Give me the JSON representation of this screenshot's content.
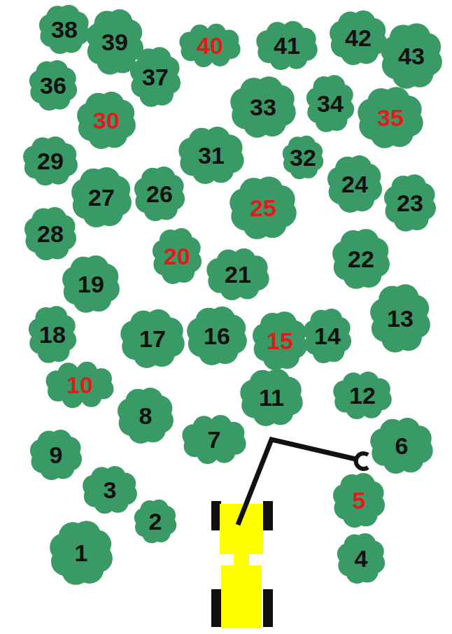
{
  "diagram": {
    "nodes": [
      {
        "text": [
          "1"
        ]
      },
      {
        "text": [
          "2"
        ]
      },
      {
        "text": [
          "3"
        ]
      },
      {
        "text": [
          "4"
        ]
      },
      {
        "text": [
          "5"
        ]
      },
      {
        "text": [
          "6"
        ]
      },
      {
        "text": [
          "7"
        ]
      },
      {
        "text": [
          "8"
        ]
      },
      {
        "text": [
          "9"
        ]
      },
      {
        "text": [
          "10"
        ]
      },
      {
        "text": [
          "11"
        ]
      },
      {
        "text": [
          "12"
        ]
      },
      {
        "text": [
          "13"
        ]
      },
      {
        "text": [
          "14"
        ]
      },
      {
        "text": [
          "15"
        ]
      },
      {
        "text": [
          "16"
        ]
      },
      {
        "text": [
          "17"
        ]
      },
      {
        "text": [
          "18"
        ]
      },
      {
        "text": [
          "19"
        ]
      },
      {
        "text": [
          "20"
        ]
      },
      {
        "text": [
          "21"
        ]
      },
      {
        "text": [
          "22"
        ]
      },
      {
        "text": [
          "23"
        ]
      },
      {
        "text": [
          "24"
        ]
      },
      {
        "text": [
          "25"
        ]
      },
      {
        "text": [
          "26"
        ]
      },
      {
        "text": [
          "27"
        ]
      },
      {
        "text": [
          "28"
        ]
      },
      {
        "text": [
          "29"
        ]
      },
      {
        "text": [
          "30"
        ]
      },
      {
        "text": [
          "31"
        ]
      },
      {
        "text": [
          "32"
        ]
      },
      {
        "text": [
          "33"
        ]
      },
      {
        "text": [
          "34"
        ]
      },
      {
        "text": [
          "35"
        ]
      },
      {
        "text": [
          "36"
        ]
      },
      {
        "text": [
          "37"
        ]
      },
      {
        "text": [
          "38"
        ]
      },
      {
        "text": [
          "39"
        ]
      },
      {
        "text": [
          "40"
        ]
      },
      {
        "text": [
          "41"
        ]
      },
      {
        "text": [
          "42"
        ]
      },
      {
        "text": [
          "43"
        ]
      }
    ]
  }
}
